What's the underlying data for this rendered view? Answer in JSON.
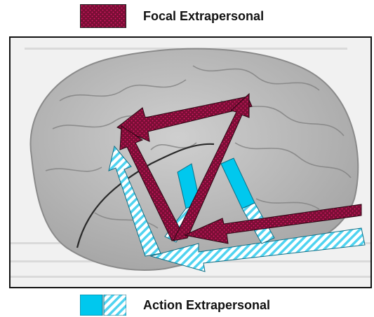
{
  "legend": {
    "focal_label": "Focal Extrapersonal",
    "action_label": "Action Extrapersonal"
  },
  "colors": {
    "focal": "#7a0e35",
    "focal_dots": "#e01b6a",
    "action": "#00c8ee",
    "action_stripe": "#7fe4f7",
    "background": "#f1f1f1",
    "brain": "#bdbdbd",
    "border": "#111111"
  },
  "icons": {
    "brain": "brain-lateral-view",
    "focal_pattern": "dotted-crimson",
    "action_pattern": "cyan-hatched"
  }
}
